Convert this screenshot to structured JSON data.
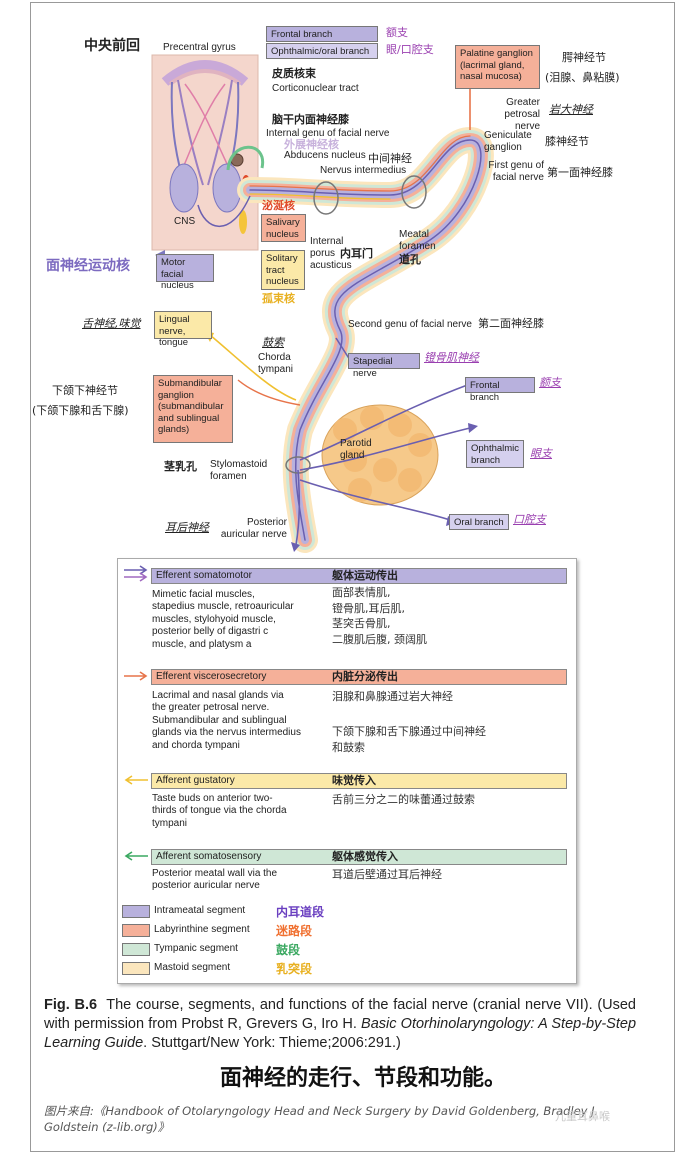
{
  "diagram": {
    "title_zh": "中央前回",
    "precentral_gyrus": "Precentral gyrus",
    "cns": "CNS",
    "corticonuclear_zh": "皮质核束",
    "corticonuclear": "Corticonuclear tract",
    "internal_genu_zh": "脑干内面神经膝",
    "internal_genu": "Internal genu of facial nerve",
    "abducens_zh": "外展神经核",
    "abducens": "Abducens nucleus",
    "intermedius_zh": "中间神经",
    "intermedius": "Nervus intermedius",
    "salivary_zh": "泌涎核",
    "salivary_box": "Salivary nucleus",
    "solitary_box": "Solitary tract nucleus",
    "solitary_zh": "孤束核",
    "motor_box": "Motor facial nucleus",
    "motor_zh": "面神经运动核",
    "frontal_branch_top": "Frontal branch",
    "frontal_branch_top_zh": "额支",
    "ophthalmic_oral": "Ophthalmic/oral branch",
    "ophthalmic_oral_zh": "眼/口腔支",
    "palatine_box": "Palatine ganglion (lacrimal gland, nasal mucosa)",
    "palatine_zh": "腭神经节",
    "palatine_zh2": "(泪腺、鼻粘膜)",
    "greater_petrosal": "Greater petrosal nerve",
    "greater_petrosal_zh": "岩大神经",
    "geniculate": "Geniculate ganglion",
    "geniculate_zh": "膝神经节",
    "first_genu": "First genu of facial nerve",
    "first_genu_zh": "第一面神经膝",
    "internal_porus": "Internal porus acusticus",
    "internal_porus_zh": "内耳门",
    "meatal_foramen": "Meatal foramen",
    "meatal_foramen_zh": "道孔",
    "lingual_box": "Lingual nerve, tongue",
    "lingual_zh": "舌神经,味觉",
    "second_genu": "Second genu of facial nerve",
    "second_genu_zh": "第二面神经膝",
    "chorda_zh": "鼓索",
    "chorda": "Chorda tympani",
    "stapedial_box": "Stapedial nerve",
    "stapedial_zh": "镫骨肌神经",
    "submandibular_zh": "下颌下神经节",
    "submandibular_zh2": "(下颌下腺和舌下腺)",
    "submandibular_box": "Submandibular ganglion (submandibular and sublingual glands)",
    "frontal_branch": "Frontal branch",
    "frontal_branch_zh": "额支",
    "parotid": "Parotid gland",
    "ophthalmic_box": "Ophthalmic branch",
    "ophthalmic_zh": "眼支",
    "stylomastoid_zh": "茎乳孔",
    "stylomastoid": "Stylomastoid foramen",
    "oral_box": "Oral branch",
    "oral_zh": "口腔支",
    "posterior_auricular": "Posterior auricular nerve",
    "posterior_auricular_zh": "耳后神经"
  },
  "legend": {
    "efferent_somatomotor": "Efferent somatomotor",
    "efferent_somatomotor_zh": "躯体运动传出",
    "somatomotor_text": [
      "Mimetic facial muscles,",
      "stapedius muscle, retroauricular",
      "muscles, stylohyoid muscle,",
      "posterior belly of digastri c",
      "muscle, and platysm a"
    ],
    "somatomotor_zh": [
      "面部表情肌,",
      "镫骨肌,耳后肌,",
      "茎突舌骨肌,",
      "二腹肌后腹, 颈阔肌"
    ],
    "efferent_visceral": "Efferent viscerosecretory",
    "efferent_visceral_zh": "内脏分泌传出",
    "visceral_text": [
      "Lacrimal and nasal glands via",
      "the greater petrosal nerve.",
      "Submandibular and sublingual",
      "glands via the nervus intermedius",
      "and chorda tympani"
    ],
    "visceral_zh1": "泪腺和鼻腺通过岩大神经",
    "visceral_zh2": [
      "下颌下腺和舌下腺通过中间神经",
      "和鼓索"
    ],
    "afferent_gustatory": "Afferent gustatory",
    "afferent_gustatory_zh": "味觉传入",
    "gustatory_text": [
      "Taste buds on anterior two-",
      "thirds of tongue via the chorda",
      "tympani"
    ],
    "gustatory_zh": "舌前三分之二的味蕾通过鼓索",
    "afferent_somatosensory": "Afferent somatosensory",
    "afferent_somatosensory_zh": "躯体感觉传入",
    "somatosensory_text": [
      "Posterior meatal wall via the",
      "posterior auricular nerve"
    ],
    "somatosensory_zh": "耳道后壁通过耳后神经",
    "segments": [
      {
        "label": "Intrameatal segment",
        "zh": "内耳道段",
        "color": "#b8b1dd",
        "zh_color": "#6a3fc0"
      },
      {
        "label": "Labyrinthine segment",
        "zh": "迷路段",
        "color": "#f5b099",
        "zh_color": "#f07030"
      },
      {
        "label": "Tympanic segment",
        "zh": "鼓段",
        "color": "#cfe7d6",
        "zh_color": "#3aa860"
      },
      {
        "label": "Mastoid segment",
        "zh": "乳突段",
        "color": "#fbe6bd",
        "zh_color": "#e8b020"
      }
    ]
  },
  "caption": {
    "fig": "Fig. B.6",
    "text": "The course, segments, and functions of the facial nerve (cranial nerve VII). (Used with permission from Probst R, Grevers G, Iro H.",
    "book": "Basic Otorhinolaryngology: A Step-by-Step Learning Guide",
    "publisher": ". Stuttgart/New York: Thieme;2006:291.)",
    "zh": "面神经的走行、节段和功能。"
  },
  "source": "图片来自:《Handbook of Otolaryngology Head and Neck Surgery by David Goldenberg, Bradley J. Goldstein (z-lib.org)》",
  "watermark": "儿童耳鼻喉"
}
